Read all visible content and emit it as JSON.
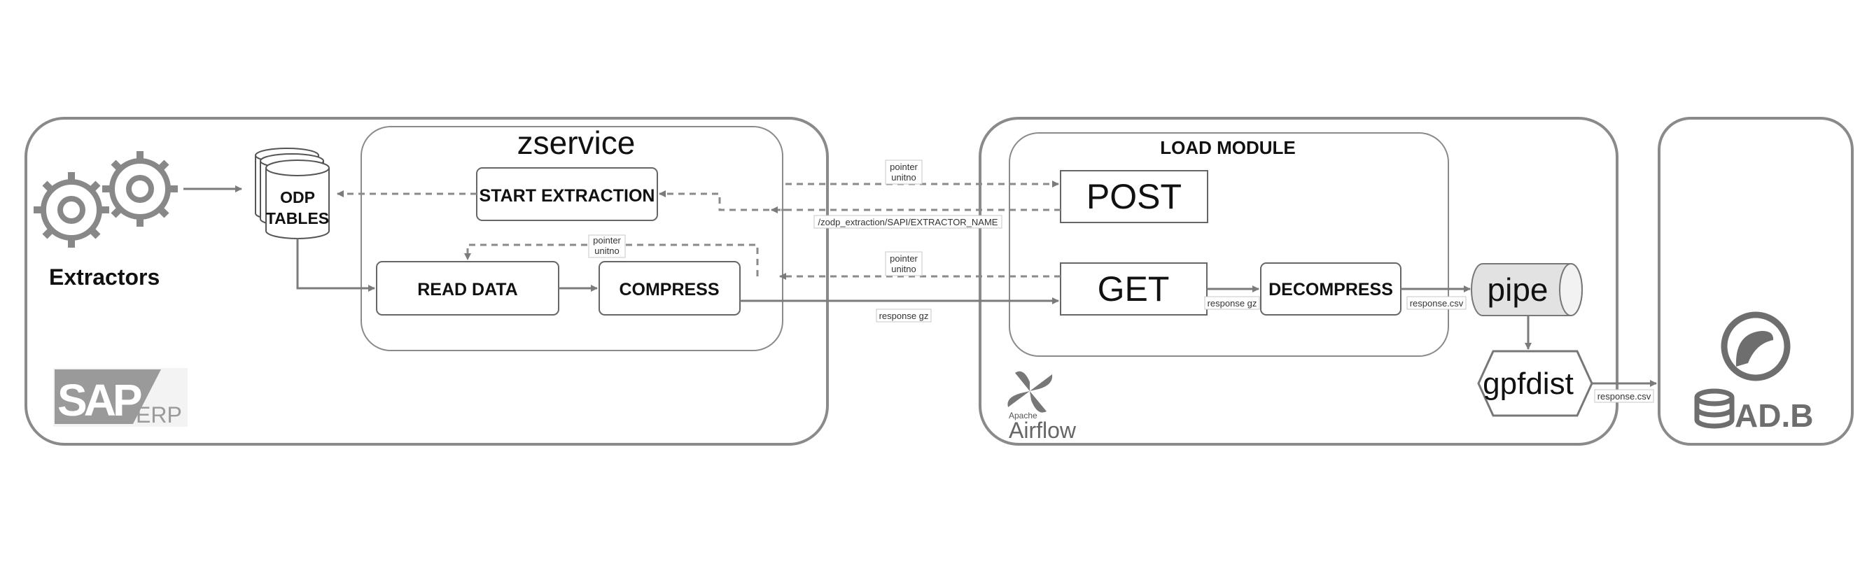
{
  "sap": {
    "extractors_label": "Extractors",
    "odp_tables_line1": "ODP",
    "odp_tables_line2": "TABLES",
    "logo_sap": "SAP",
    "logo_erp": "ERP"
  },
  "zservice": {
    "title": "zservice",
    "start_extraction": "START EXTRACTION",
    "read_data": "READ DATA",
    "compress": "COMPRESS"
  },
  "load_module": {
    "title": "LOAD MODULE",
    "post": "POST",
    "get": "GET",
    "decompress": "DECOMPRESS",
    "pipe": "pipe",
    "gpfdist": "gpfdist"
  },
  "airflow": {
    "apache": "Apache",
    "name": "Airflow"
  },
  "adb": {
    "logo_text": "AD.B"
  },
  "labels": {
    "pointer_unitno_top_line1": "pointer",
    "pointer_unitno_top_line2": "unitno",
    "endpoint_path": "/zodp_extraction/SAPI/EXTRACTOR_NAME",
    "pointer_unitno_left_line1": "pointer",
    "pointer_unitno_left_line2": "unitno",
    "pointer_unitno_mid_line1": "pointer",
    "pointer_unitno_mid_line2": "unitno",
    "response_gz_main": "response gz",
    "response_gz_right": "response gz",
    "response_csv_pipe": "response.csv",
    "response_csv_adb": "response.csv"
  },
  "colors": {
    "frame": "#8a8a8a",
    "gear": "#888888",
    "logo": "#999999",
    "adb_dark": "#6e6e6e"
  }
}
